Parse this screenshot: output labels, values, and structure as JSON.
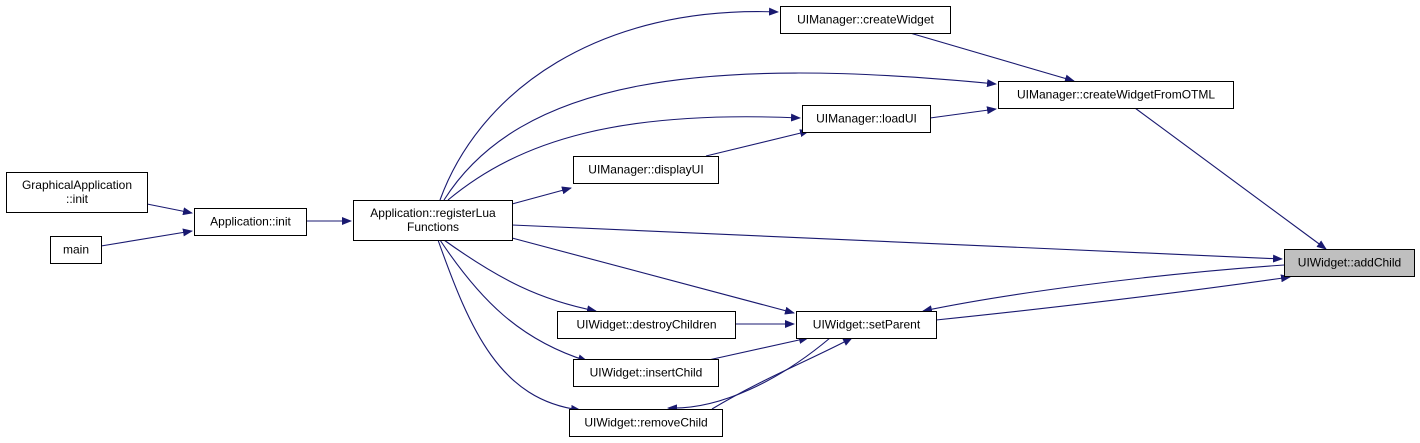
{
  "diagram": {
    "edge_color": "#191970",
    "highlight_fill": "#bfbfbf",
    "nodes": {
      "graphical_app_init": {
        "lines": [
          "GraphicalApplication",
          "::init"
        ]
      },
      "main": {
        "lines": [
          "main"
        ]
      },
      "app_init": {
        "lines": [
          "Application::init"
        ]
      },
      "register_lua": {
        "lines": [
          "Application::registerLua",
          "Functions"
        ]
      },
      "create_widget": {
        "lines": [
          "UIManager::createWidget"
        ]
      },
      "create_widget_otml": {
        "lines": [
          "UIManager::createWidgetFromOTML"
        ]
      },
      "load_ui": {
        "lines": [
          "UIManager::loadUI"
        ]
      },
      "display_ui": {
        "lines": [
          "UIManager::displayUI"
        ]
      },
      "add_child": {
        "lines": [
          "UIWidget::addChild"
        ],
        "highlighted": true
      },
      "set_parent": {
        "lines": [
          "UIWidget::setParent"
        ]
      },
      "destroy_children": {
        "lines": [
          "UIWidget::destroyChildren"
        ]
      },
      "insert_child": {
        "lines": [
          "UIWidget::insertChild"
        ]
      },
      "remove_child": {
        "lines": [
          "UIWidget::removeChild"
        ]
      }
    },
    "edges": [
      {
        "from": "graphical_app_init",
        "to": "app_init"
      },
      {
        "from": "main",
        "to": "app_init"
      },
      {
        "from": "app_init",
        "to": "register_lua"
      },
      {
        "from": "register_lua",
        "to": "create_widget"
      },
      {
        "from": "register_lua",
        "to": "create_widget_otml"
      },
      {
        "from": "register_lua",
        "to": "load_ui"
      },
      {
        "from": "register_lua",
        "to": "display_ui"
      },
      {
        "from": "register_lua",
        "to": "add_child"
      },
      {
        "from": "register_lua",
        "to": "set_parent"
      },
      {
        "from": "register_lua",
        "to": "destroy_children"
      },
      {
        "from": "register_lua",
        "to": "insert_child"
      },
      {
        "from": "register_lua",
        "to": "remove_child"
      },
      {
        "from": "create_widget",
        "to": "create_widget_otml"
      },
      {
        "from": "load_ui",
        "to": "create_widget_otml"
      },
      {
        "from": "display_ui",
        "to": "load_ui"
      },
      {
        "from": "create_widget_otml",
        "to": "add_child"
      },
      {
        "from": "add_child",
        "to": "set_parent"
      },
      {
        "from": "set_parent",
        "to": "add_child"
      },
      {
        "from": "destroy_children",
        "to": "set_parent"
      },
      {
        "from": "insert_child",
        "to": "set_parent"
      },
      {
        "from": "remove_child",
        "to": "set_parent"
      },
      {
        "from": "set_parent",
        "to": "remove_child"
      }
    ]
  }
}
